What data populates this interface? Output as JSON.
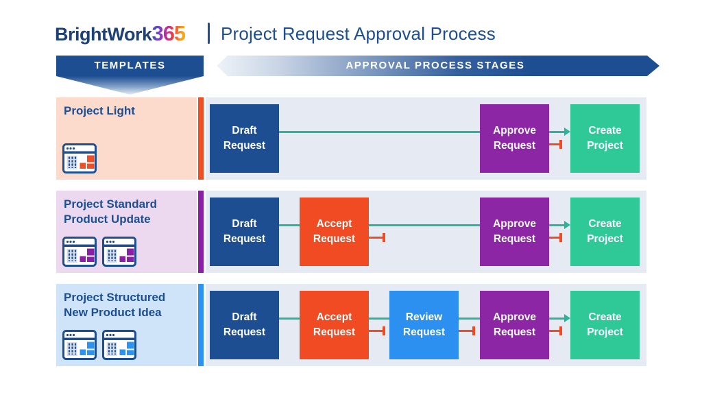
{
  "header": {
    "logo_text": "BrightWork",
    "logo_suffix": "365",
    "title": "Project Request Approval Process"
  },
  "banners": {
    "templates_label": "TEMPLATES",
    "stages_label": "APPROVAL PROCESS STAGES"
  },
  "rows": [
    {
      "template": {
        "line1": "Project Light"
      },
      "stages": {
        "draft": {
          "line1": "Draft",
          "line2": "Request"
        },
        "approve": {
          "line1": "Approve",
          "line2": "Request"
        },
        "create": {
          "line1": "Create",
          "line2": "Project"
        }
      }
    },
    {
      "template": {
        "line1": "Project Standard",
        "line2": "Product Update"
      },
      "stages": {
        "draft": {
          "line1": "Draft",
          "line2": "Request"
        },
        "accept": {
          "line1": "Accept",
          "line2": "Request"
        },
        "approve": {
          "line1": "Approve",
          "line2": "Request"
        },
        "create": {
          "line1": "Create",
          "line2": "Project"
        }
      }
    },
    {
      "template": {
        "line1": "Project Structured",
        "line2": "New Product Idea"
      },
      "stages": {
        "draft": {
          "line1": "Draft",
          "line2": "Request"
        },
        "accept": {
          "line1": "Accept",
          "line2": "Request"
        },
        "review": {
          "line1": "Review",
          "line2": "Request"
        },
        "approve": {
          "line1": "Approve",
          "line2": "Request"
        },
        "create": {
          "line1": "Create",
          "line2": "Project"
        }
      }
    }
  ],
  "colors": {
    "navy": "#1d4e91",
    "green": "#2ab59a",
    "red": "#f04b23",
    "draft": "#1d4e91",
    "accept": "#f04b23",
    "review": "#2c90f0",
    "approve": "#8c26a5",
    "create": "#2fc897",
    "row1_accent": "#f04f26",
    "row2_accent": "#8c1fa8",
    "row3_accent": "#2b93f2",
    "row1_bg": "#fcdacc",
    "row2_bg": "#ecd9ef",
    "row3_bg": "#cfe4f9",
    "flow_bg": "#e6ebf3",
    "logo_navy": "#1d4077"
  }
}
